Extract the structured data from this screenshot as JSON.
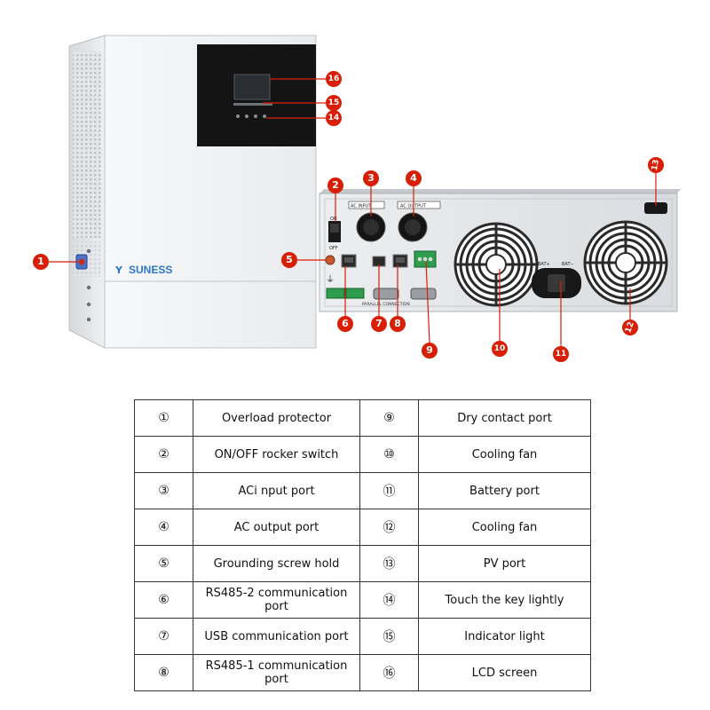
{
  "brand": {
    "name": "SUNESS"
  },
  "panel": {
    "switch_on_label": "ON",
    "switch_off_label": "OFF",
    "ac_in_label": "AC INPUT",
    "ac_out_label": "AC OUTPUT",
    "bat_pos_label": "BAT+",
    "bat_neg_label": "BAT−",
    "parallel_label": "PARALLEL CONNECTION"
  },
  "callouts": [
    "1",
    "2",
    "3",
    "4",
    "5",
    "6",
    "7",
    "8",
    "9",
    "10",
    "11",
    "12",
    "13",
    "14",
    "15",
    "16"
  ],
  "table": {
    "rows": [
      {
        "num_left": "①",
        "label_left": "Overload protector",
        "num_right": "⑨",
        "label_right": "Dry contact port"
      },
      {
        "num_left": "②",
        "label_left": "ON/OFF rocker switch",
        "num_right": "⑩",
        "label_right": "Cooling fan"
      },
      {
        "num_left": "③",
        "label_left": "ACi nput port",
        "num_right": "⑪",
        "label_right": "Battery port"
      },
      {
        "num_left": "④",
        "label_left": "AC output port",
        "num_right": "⑫",
        "label_right": "Cooling fan"
      },
      {
        "num_left": "⑤",
        "label_left": "Grounding screw hold",
        "num_right": "⑬",
        "label_right": "PV port"
      },
      {
        "num_left": "⑥",
        "label_left": "RS485-2 communication port",
        "num_right": "⑭",
        "label_right": "Touch the key lightly"
      },
      {
        "num_left": "⑦",
        "label_left": "USB communication port",
        "num_right": "⑮",
        "label_right": "Indicator light"
      },
      {
        "num_left": "⑧",
        "label_left": "RS485-1 communication port",
        "num_right": "⑯",
        "label_right": "LCD screen"
      }
    ]
  }
}
